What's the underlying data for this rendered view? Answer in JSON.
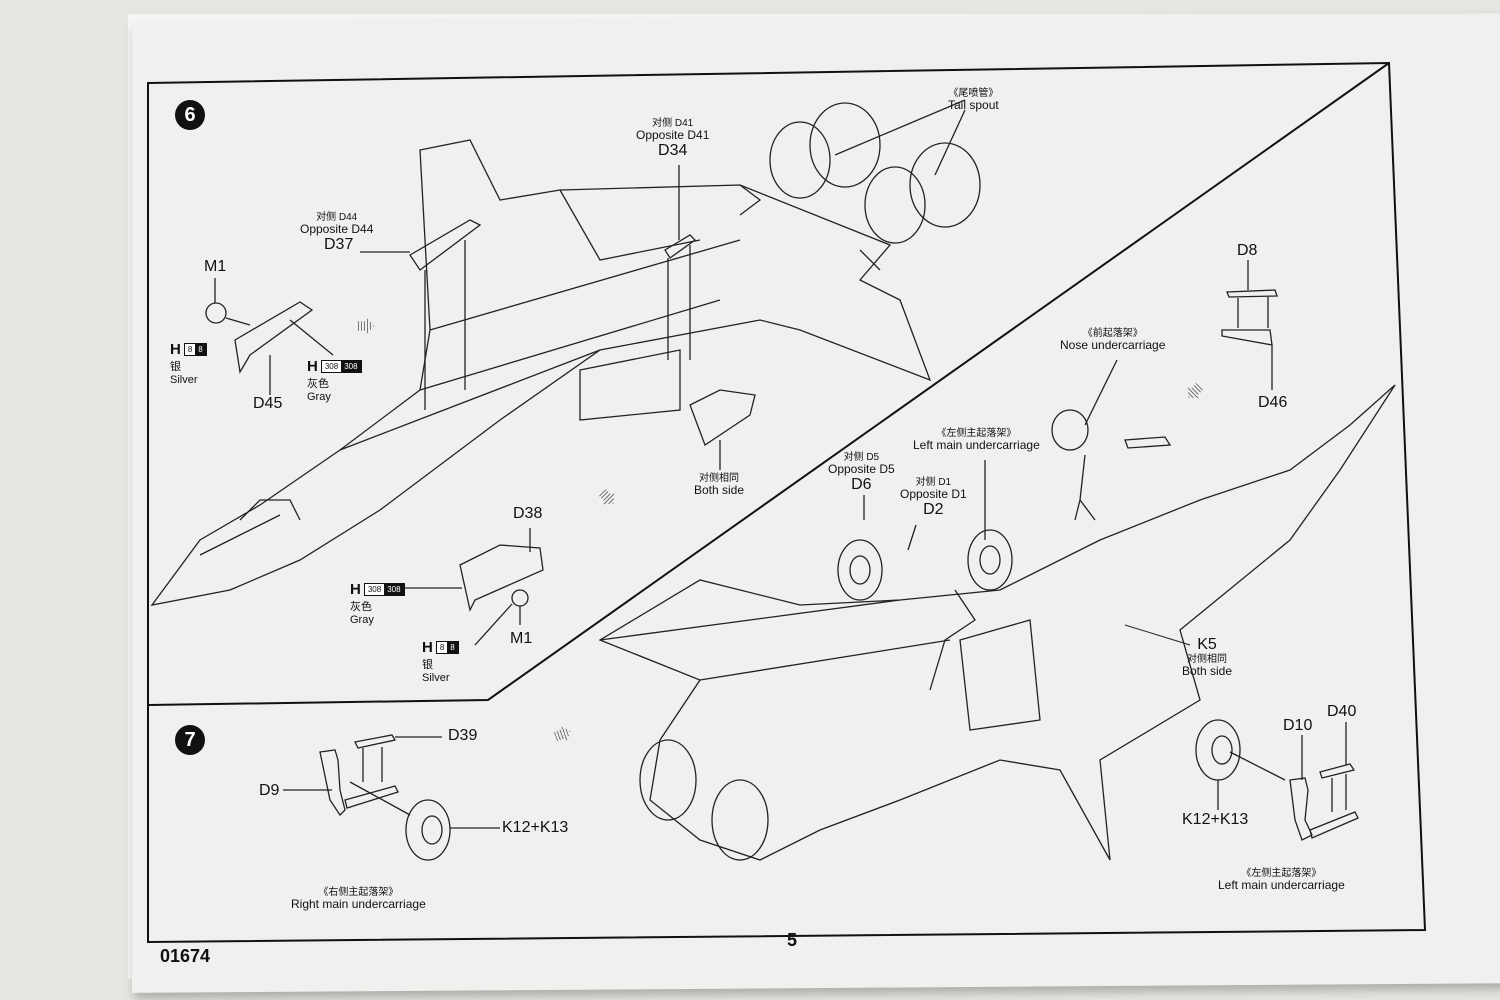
{
  "document": {
    "kit_code": "01674",
    "page_number": "5"
  },
  "step6": {
    "number": "6",
    "tail_spout": {
      "cn": "《尾喷管》",
      "en": "Tail spout"
    },
    "d34": {
      "cn": "对侧 D41",
      "en": "Opposite D41",
      "part": "D34"
    },
    "d37": {
      "cn": "对侧 D44",
      "en": "Opposite D44",
      "part": "D37"
    },
    "m1_top": "M1",
    "d45": "D45",
    "paint_silver_top": {
      "h": "H",
      "code_a": "8",
      "code_b": "8",
      "cn": "银",
      "en": "Silver"
    },
    "paint_gray_top": {
      "h": "H",
      "code_a": "308",
      "code_b": "308",
      "cn": "灰色",
      "en": "Gray"
    },
    "both_side_mid": {
      "cn": "对侧相同",
      "en": "Both side"
    },
    "d38": "D38",
    "m1_bottom": "M1",
    "paint_gray_bottom": {
      "h": "H",
      "code_a": "308",
      "code_b": "308",
      "cn": "灰色",
      "en": "Gray"
    },
    "paint_silver_bottom": {
      "h": "H",
      "code_a": "8",
      "code_b": "8",
      "cn": "银",
      "en": "Silver"
    },
    "d8": "D8",
    "d46": "D46",
    "nose_undercarriage": {
      "cn": "《前起落架》",
      "en": "Nose undercarriage"
    },
    "left_main": {
      "cn": "《左侧主起落架》",
      "en": "Left main undercarriage"
    },
    "d6": {
      "cn": "对侧 D5",
      "en": "Opposite D5",
      "part": "D6"
    },
    "d2": {
      "cn": "对侧 D1",
      "en": "Opposite D1",
      "part": "D2"
    },
    "k5": {
      "part": "K5",
      "cn": "对侧相同",
      "en": "Both side"
    }
  },
  "step7": {
    "number": "7",
    "d39": "D39",
    "d9": "D9",
    "k12k13_right": "K12+K13",
    "right_main": {
      "cn": "《右侧主起落架》",
      "en": "Right main undercarriage"
    },
    "d10": "D10",
    "d40": "D40",
    "k12k13_left": "K12+K13",
    "left_main": {
      "cn": "《左侧主起落架》",
      "en": "Left main undercarriage"
    }
  }
}
